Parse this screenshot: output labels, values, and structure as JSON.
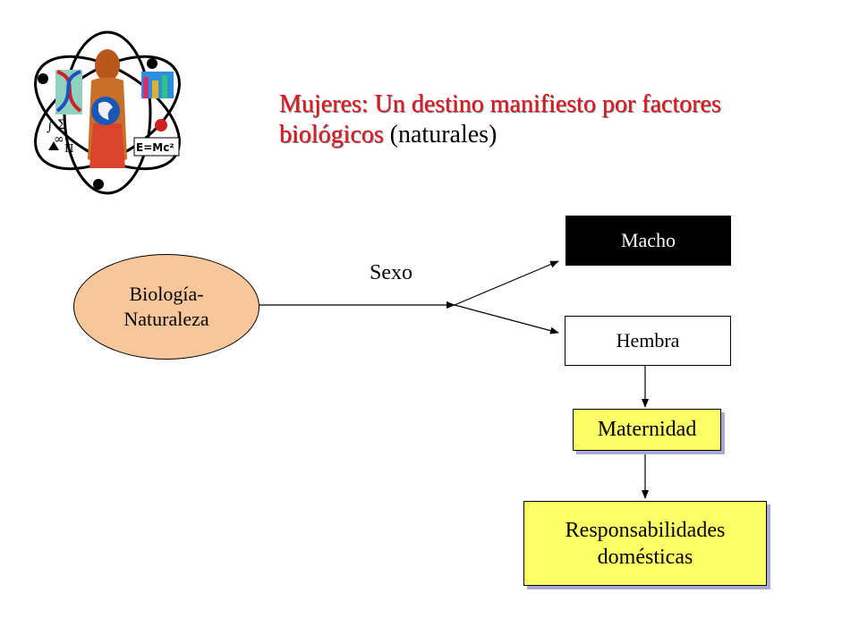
{
  "title": {
    "highlight": "Mujeres: Un destino manifiesto por factores biológicos",
    "suffix": " (naturales)"
  },
  "nodes": {
    "origin_line1": "Biología-",
    "origin_line2": "Naturaleza",
    "edge_label": "Sexo",
    "macho": "Macho",
    "hembra": "Hembra",
    "maternidad": "Maternidad",
    "responsabilidades_line1": "Responsabilidades",
    "responsabilidades_line2": "domésticas"
  },
  "logo": {
    "formula": "E=Mc²",
    "symbols": [
      "∫",
      "Σ",
      "∞",
      "Π"
    ]
  },
  "colors": {
    "title_red": "#e8111c",
    "origin_fill": "#f7c79b",
    "highlight_yellow": "#ffff66",
    "shadow": "#a9a9d6"
  }
}
